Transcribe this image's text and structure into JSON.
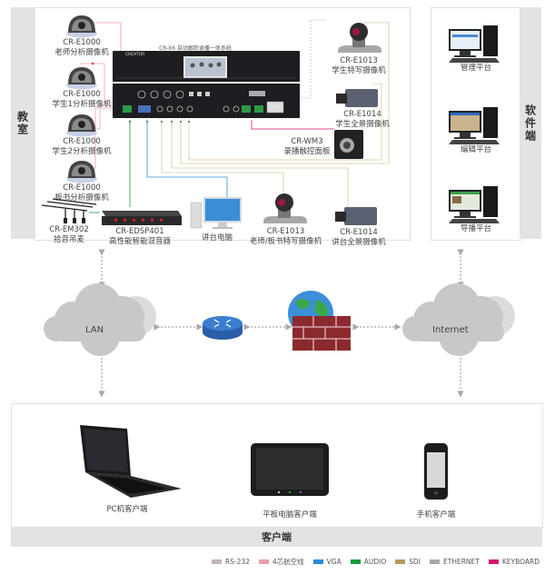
{
  "sections": {
    "classroom": "教室",
    "software": "软件端",
    "client": "客户端"
  },
  "main_unit": {
    "title": "CR-X6 自动跟踪录播一体系统",
    "brand": "CREATOR"
  },
  "classroom_devices": [
    {
      "model": "CR-E1000",
      "name": "老师分析摄像机",
      "icon": "dome-camera-icon"
    },
    {
      "model": "CR-E1000",
      "name": "学生1分析摄像机",
      "icon": "dome-camera-icon"
    },
    {
      "model": "CR-E1000",
      "name": "学生2分析摄像机",
      "icon": "dome-camera-icon"
    },
    {
      "model": "CR-E1000",
      "name": "板书分析摄像机",
      "icon": "dome-camera-icon"
    },
    {
      "model": "CR-EM302",
      "name": "拾音吊麦",
      "icon": "microphone-icon"
    },
    {
      "model": "CR-EDSP401",
      "name": "高性能智能混音器",
      "icon": "audio-mixer-icon"
    },
    {
      "model": "",
      "name": "讲台电脑",
      "icon": "desktop-computer-icon"
    },
    {
      "model": "CR-E1013",
      "name": "老师/板书特写摄像机",
      "icon": "ptz-camera-icon"
    },
    {
      "model": "CR-E1014",
      "name": "讲台全景摄像机",
      "icon": "box-camera-icon"
    },
    {
      "model": "CR-E1013",
      "name": "学生特写摄像机",
      "icon": "ptz-camera-icon"
    },
    {
      "model": "CR-E1014",
      "name": "学生全景摄像机",
      "icon": "box-camera-icon"
    },
    {
      "model": "CR-WM3",
      "name": "录播触控面板",
      "icon": "touch-panel-icon"
    }
  ],
  "software_platforms": [
    {
      "name": "管理平台",
      "icon": "workstation-icon"
    },
    {
      "name": "编辑平台",
      "icon": "workstation-icon"
    },
    {
      "name": "导播平台",
      "icon": "workstation-icon"
    }
  ],
  "network": {
    "lan": "LAN",
    "internet": "Internet",
    "router_icon": "router-icon",
    "firewall_icon": "firewall-globe-icon"
  },
  "clients": [
    {
      "name": "PC机客户端",
      "icon": "laptop-icon"
    },
    {
      "name": "平板电脑客户端",
      "icon": "tablet-icon"
    },
    {
      "name": "手机客户端",
      "icon": "smartphone-icon"
    }
  ],
  "legend": [
    {
      "label": "RS-232",
      "color": "#c4b3c0"
    },
    {
      "label": "4芯航空线",
      "color": "#ee9ea8"
    },
    {
      "label": "VGA",
      "color": "#2a8ad8"
    },
    {
      "label": "AUDIO",
      "color": "#1a9a3a"
    },
    {
      "label": "SDI",
      "color": "#b49a5c"
    },
    {
      "label": "ETHERNET",
      "color": "#a8a8a8"
    },
    {
      "label": "KEYBOARD",
      "color": "#d4176c"
    }
  ]
}
